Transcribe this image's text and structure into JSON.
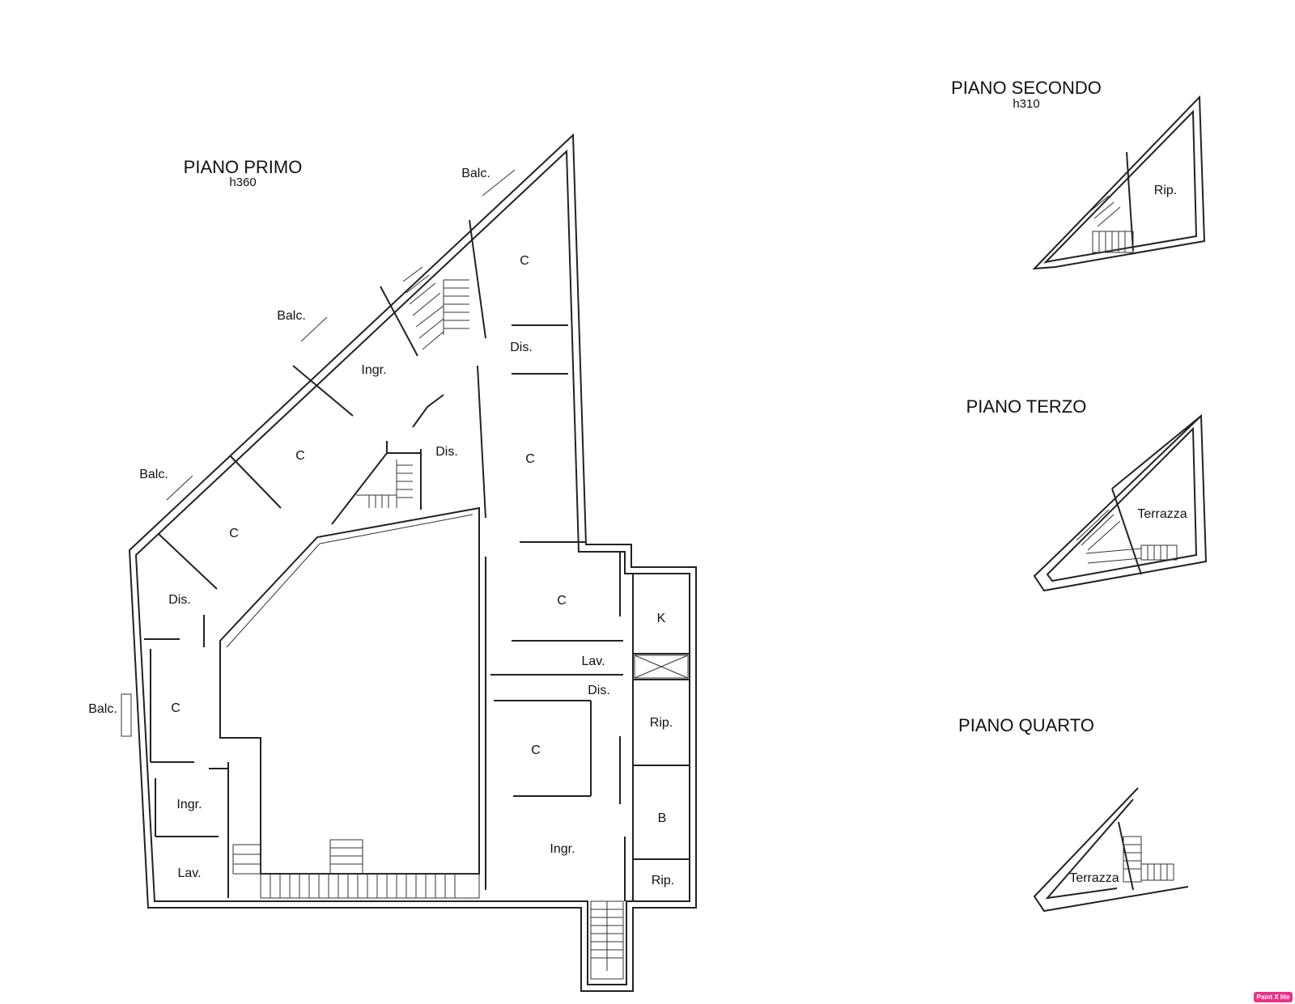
{
  "floors": {
    "primo": {
      "title": "PIANO PRIMO",
      "height": "h360"
    },
    "secondo": {
      "title": "PIANO SECONDO",
      "height": "h310"
    },
    "terzo": {
      "title": "PIANO TERZO"
    },
    "quarto": {
      "title": "PIANO QUARTO"
    }
  },
  "rooms": {
    "primo": [
      "Balc.",
      "Balc.",
      "Balc.",
      "Balc.",
      "C",
      "Dis.",
      "Ingr.",
      "C",
      "Dis.",
      "C",
      "C",
      "Dis.",
      "C",
      "Ingr.",
      "Lav.",
      "C",
      "K",
      "Lav.",
      "Dis.",
      "Rip.",
      "C",
      "B",
      "Ingr.",
      "Rip."
    ],
    "secondo": [
      "Rip."
    ],
    "terzo": [
      "Terrazza"
    ],
    "quarto": [
      "Terrazza"
    ]
  },
  "badge": {
    "label": "Paint X lite"
  },
  "colors": {
    "line": "#222222",
    "background": "#ffffff",
    "badge": "#e8338a"
  }
}
